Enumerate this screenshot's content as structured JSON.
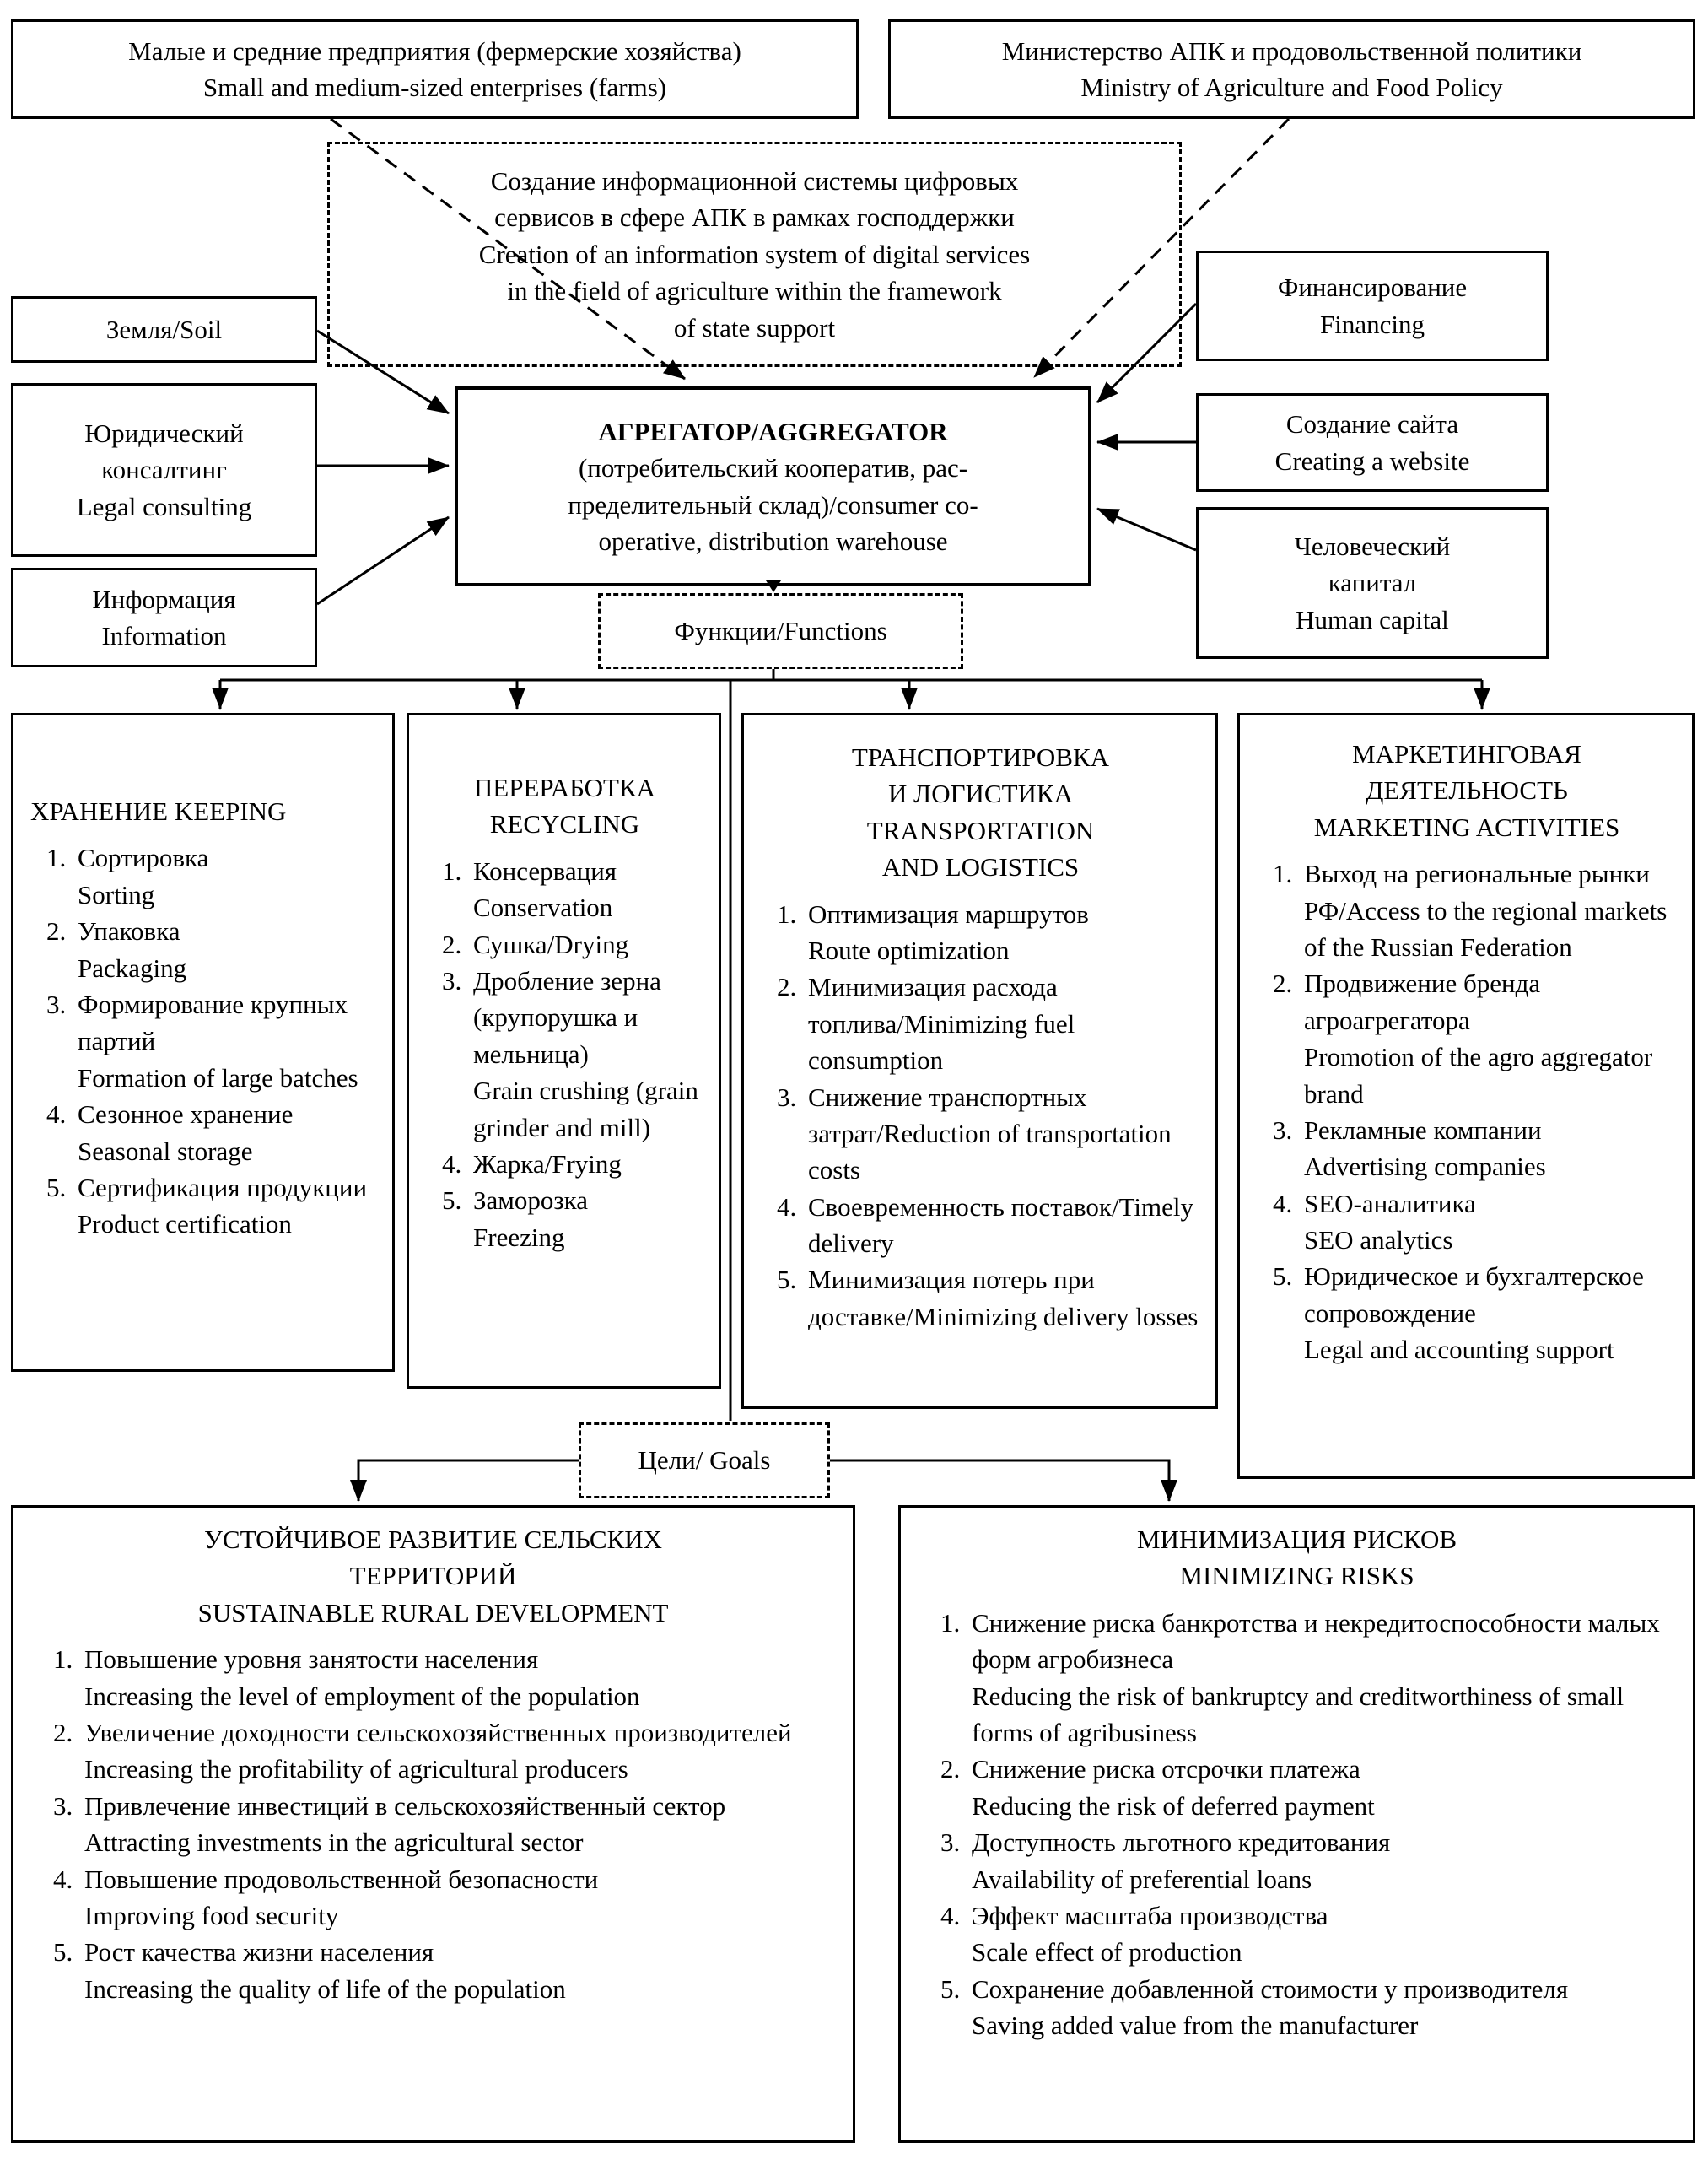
{
  "nodes": {
    "sme": "Малые и средние предприятия (фермерские хозяйства)\nSmall and medium-sized enterprises (farms)",
    "ministry": "Министерство АПК и продовольственной политики\nMinistry of Agriculture and Food Policy",
    "digital_system": "Создание информационной системы цифровых\nсервисов в сфере АПК в рамках господдержки\nCreation of an information system of digital services\nin the field of agriculture within the framework\nof state support",
    "soil": "Земля/Soil",
    "legal": "Юридический\nконсалтинг\nLegal consulting",
    "information": "Информация\nInformation",
    "financing": "Финансирование\nFinancing",
    "website": "Создание сайта\nCreating a website",
    "human_capital": "Человеческий\nкапитал\nHuman capital",
    "aggregator_title": "АГРЕГАТОР/AGGREGATOR",
    "aggregator_sub": "(потребительский кооператив, рас-\nпределительный склад)/consumer co-\noperative, distribution warehouse",
    "functions_label": "Функции/Functions",
    "goals_label": "Цели/ Goals"
  },
  "functions": [
    {
      "title": "ХРАНЕНИЕ KEEPING",
      "items": [
        "Сортировка\nSorting",
        "Упаковка\nPackaging",
        "Формирование крупных партий\nFormation of large batches",
        "Сезонное хранение\nSeasonal storage",
        "Сертификация продукции\nProduct certification"
      ]
    },
    {
      "title": "ПЕРЕРАБОТКА\nRECYCLING",
      "items": [
        "Консервация\nConservation",
        "Сушка/Drying",
        "Дробление зерна (крупорушка и мельница)\nGrain crushing (grain grinder and mill)",
        "Жарка/Frying",
        "Заморозка\nFreezing"
      ]
    },
    {
      "title": "ТРАНСПОРТИРОВКА\nИ ЛОГИСТИКА\nTRANSPORTATION\nAND LOGISTICS",
      "items": [
        "Оптимизация маршрутов\nRoute optimization",
        "Минимизация расхода топлива/Minimizing fuel consumption",
        "Снижение транспортных затрат/Reduction of transportation costs",
        "Своевременность поставок/Timely delivery",
        "Минимизация потерь при доставке/Minimizing delivery losses"
      ]
    },
    {
      "title": "МАРКЕТИНГОВАЯ\nДЕЯТЕЛЬНОСТЬ\nMARKETING ACTIVITIES",
      "items": [
        "Выход на региональные рынки РФ/Access to the regional markets of the Russian Federation",
        "Продвижение бренда агроагрегатора\nPromotion of the agro aggregator brand",
        "Рекламные компании\nAdvertising companies",
        "SEO-аналитика\nSEO analytics",
        "Юридическое и бухгалтерское сопровождение\nLegal and accounting support"
      ]
    }
  ],
  "goals": [
    {
      "title": "УСТОЙЧИВОЕ РАЗВИТИЕ СЕЛЬСКИХ\nТЕРРИТОРИЙ\nSUSTAINABLE RURAL DEVELOPMENT",
      "items": [
        "Повышение уровня занятости населения\nIncreasing the level of employment of the population",
        "Увеличение доходности сельскохозяйственных производителей\nIncreasing the profitability of agricultural producers",
        "Привлечение инвестиций в сельскохозяйственный сектор\nAttracting investments in the agricultural sector",
        "Повышение продовольственной безопасности\nImproving food security",
        "Рост качества жизни населения\nIncreasing the quality of life of the population"
      ]
    },
    {
      "title": "МИНИМИЗАЦИЯ РИСКОВ\nMINIMIZING RISKS",
      "items": [
        "Снижение риска банкротства и некредитоспособности малых форм агробизнеса\nReducing the risk of bankruptcy and creditworthiness of small forms of agribusiness",
        "Снижение риска отсрочки платежа\nReducing the risk of deferred payment",
        "Доступность льготного кредитования\nAvailability of preferential loans",
        "Эффект масштаба производства\nScale effect of production",
        "Сохранение добавленной стоимости у производителя\nSaving added value from the manufacturer"
      ]
    }
  ],
  "colors": {
    "line": "#000000",
    "background": "#ffffff"
  }
}
